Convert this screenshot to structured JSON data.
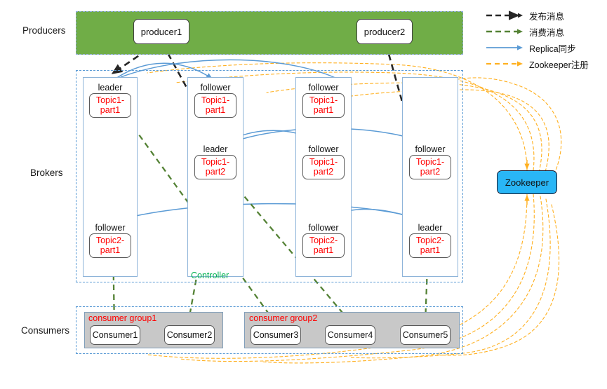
{
  "rows": [
    {
      "id": "producers",
      "label": "Producers"
    },
    {
      "id": "brokers",
      "label": "Brokers"
    },
    {
      "id": "consumers",
      "label": "Consumers"
    }
  ],
  "producers": [
    {
      "id": "producer1",
      "label": "producer1"
    },
    {
      "id": "producer2",
      "label": "producer2"
    }
  ],
  "brokers": [
    {
      "id": "broker1",
      "nodes": [
        {
          "role": "leader",
          "topic": "Topic1-",
          "partition": "part1"
        },
        {
          "role": "follower",
          "topic": "Topic2-",
          "partition": "part1"
        }
      ]
    },
    {
      "id": "broker2",
      "controller": "Controller",
      "nodes": [
        {
          "role": "follower",
          "topic": "Topic1-",
          "partition": "part1"
        },
        {
          "role": "leader",
          "topic": "Topic1-",
          "partition": "part2"
        }
      ]
    },
    {
      "id": "broker3",
      "nodes": [
        {
          "role": "follower",
          "topic": "Topic1-",
          "partition": "part1"
        },
        {
          "role": "follower",
          "topic": "Topic1-",
          "partition": "part2"
        },
        {
          "role": "follower",
          "topic": "Topic2-",
          "partition": "part1"
        }
      ]
    },
    {
      "id": "broker4",
      "nodes": [
        {
          "role": "follower",
          "topic": "Topic1-",
          "partition": "part2"
        },
        {
          "role": "leader",
          "topic": "Topic2-",
          "partition": "part1"
        }
      ]
    }
  ],
  "consumer_groups": [
    {
      "id": "group1",
      "title": "consumer group1",
      "consumers": [
        {
          "label": "Consumer1"
        },
        {
          "label": "Consumer2"
        }
      ]
    },
    {
      "id": "group2",
      "title": "consumer group2",
      "consumers": [
        {
          "label": "Consumer3"
        },
        {
          "label": "Consumer4"
        },
        {
          "label": "Consumer5"
        }
      ]
    }
  ],
  "zookeeper": {
    "label": "Zookeeper"
  },
  "legend": [
    {
      "id": "publish",
      "label": "发布消息",
      "color": "#262626",
      "style": "dashed",
      "head": "arrow"
    },
    {
      "id": "consume",
      "label": "消费消息",
      "color": "#548235",
      "style": "dashed",
      "head": "arrow"
    },
    {
      "id": "replica",
      "label": "Replica同步",
      "color": "#5B9BD5",
      "style": "solid",
      "head": "arrow"
    },
    {
      "id": "zookeeper",
      "label": "Zookeeper注册",
      "color": "#FFB020",
      "style": "dashed",
      "head": "arrow"
    }
  ],
  "colors": {
    "producer_band": "#70AD47",
    "broker_border": "#5B9BD5",
    "group_fill": "#C8C8C8",
    "zookeeper_fill": "#29B6F6",
    "partition_text": "#FF0000",
    "controller_text": "#00B050",
    "publish": "#262626",
    "consume": "#548235",
    "replica": "#5B9BD5",
    "register": "#FFB020"
  }
}
